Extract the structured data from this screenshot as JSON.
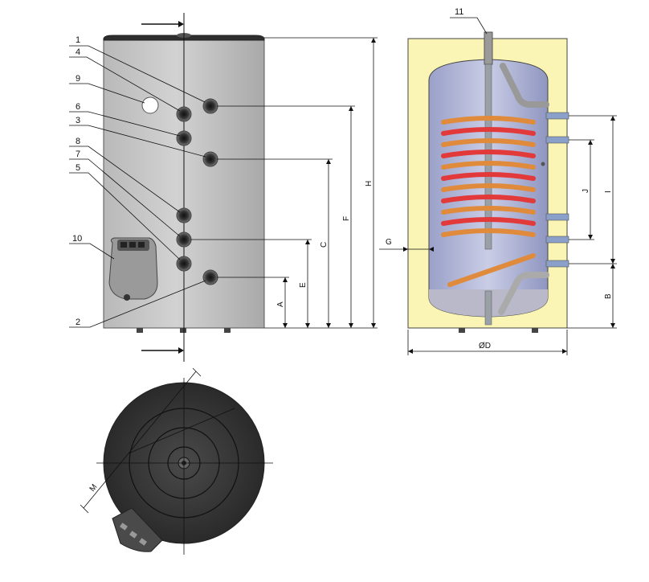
{
  "front_view": {
    "callouts": [
      "1",
      "4",
      "9",
      "6",
      "3",
      "8",
      "7",
      "5",
      "10",
      "2"
    ]
  },
  "dimensions": {
    "A": "A",
    "B": "B",
    "C": "C",
    "E": "E",
    "F": "F",
    "H": "H",
    "I": "I",
    "J": "J",
    "G": "G",
    "D": "ØD",
    "M": "M"
  },
  "section_view": {
    "callout": "11"
  },
  "colors": {
    "tank_shell": "#c4c4c4",
    "insulation": "#faf5b4",
    "inner_tank": "#a9aed4",
    "coil_hot": "#e23a3a",
    "coil_warm": "#e08a3c",
    "top_view_body": "#3a3a3a"
  }
}
